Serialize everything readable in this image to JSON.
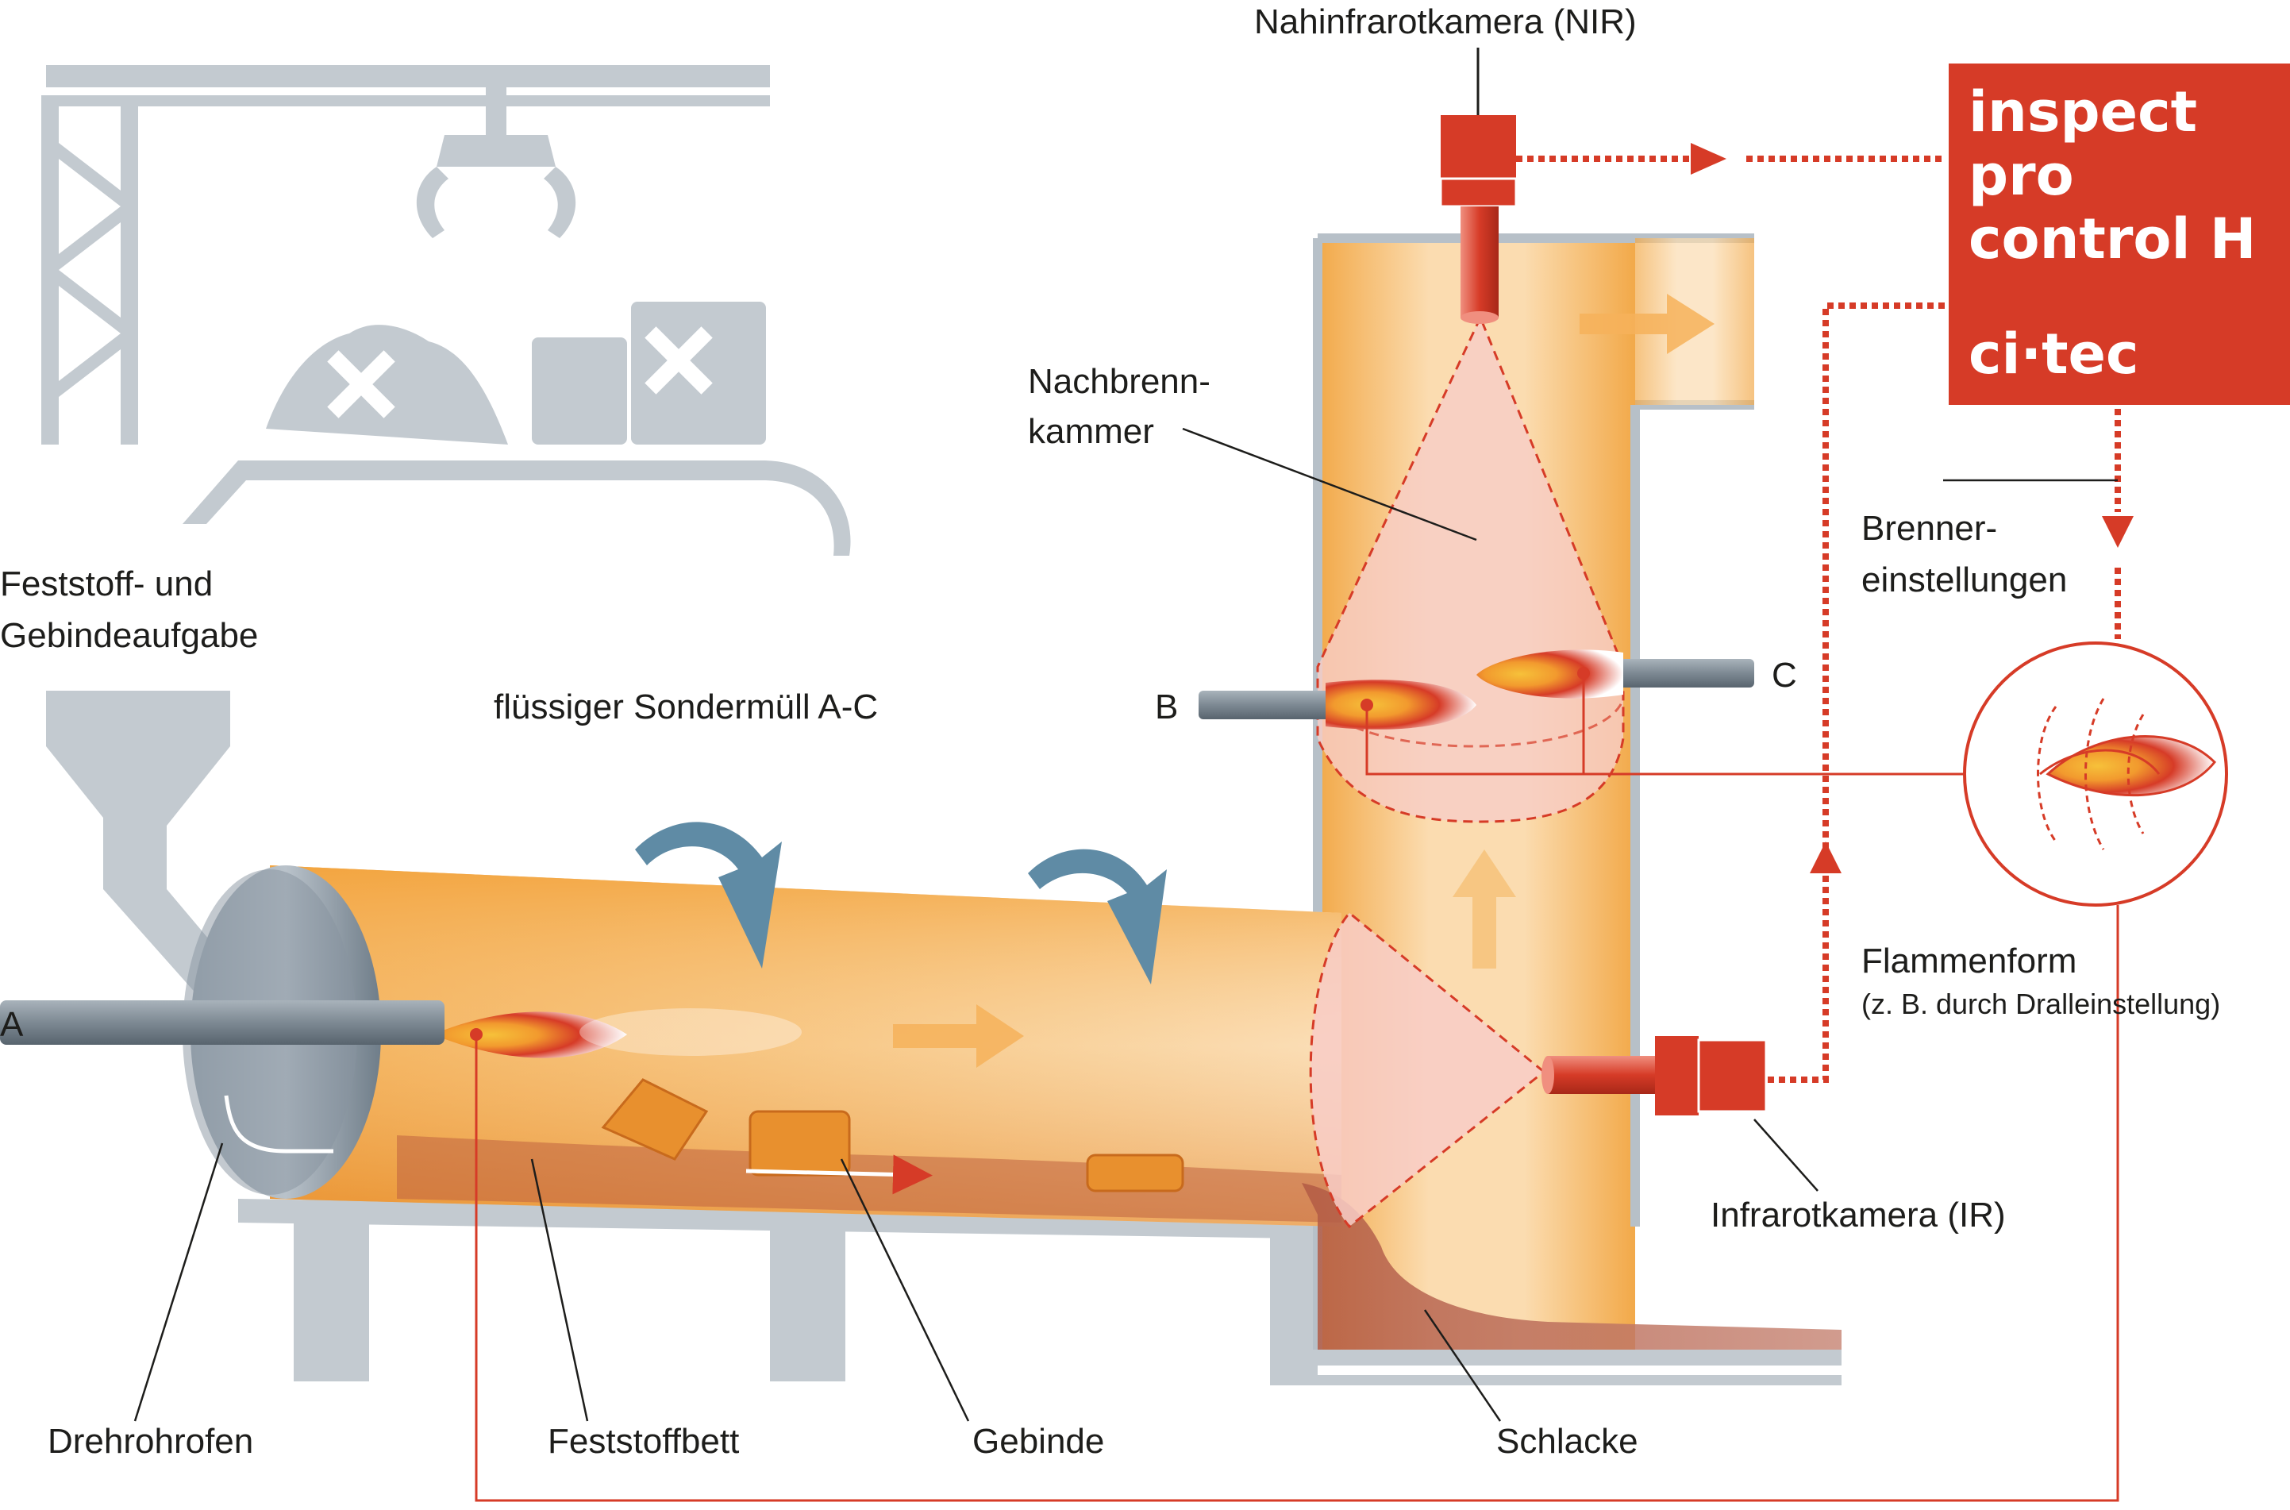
{
  "labels": {
    "nir_camera": "Nahinfrarotkamera (NIR)",
    "feed_line1": "Feststoff- und",
    "feed_line2": "Gebindeaufgabe",
    "liquid_waste": "flüssiger Sondermüll A-C",
    "afterburner_line1": "Nachbrenn-",
    "afterburner_line2": "kammer",
    "burner_settings_line1": "Brenner-",
    "burner_settings_line2": "einstellungen",
    "flame_shape": "Flammenform",
    "flame_shape_note": "(z. B. durch Dralleinstellung)",
    "ir_camera": "Infrarotkamera (IR)",
    "rotary_kiln": "Drehrohrofen",
    "solid_bed": "Feststoffbett",
    "containers": "Gebinde",
    "slag": "Schlacke",
    "burner_a": "A",
    "burner_b": "B",
    "burner_c": "C"
  },
  "brand_box": {
    "line1": "inspect",
    "line2": "pro",
    "line3": "control H",
    "line4": "ci·tec"
  },
  "colors": {
    "accent_red": "#d63b27",
    "machine_gray": "#c3cad0",
    "kiln_orange": "#f2a23a",
    "rotation_arrow_blue": "#5f8ba5"
  }
}
